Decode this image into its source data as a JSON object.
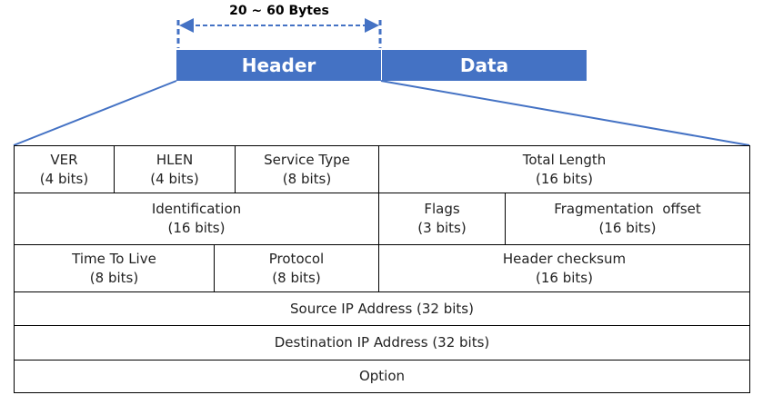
{
  "packet": {
    "size_label": "20 ~ 60 Bytes",
    "header_label": "Header",
    "data_label": "Data"
  },
  "colors": {
    "accent": "#4472c4"
  },
  "fields": [
    {
      "name": "VER",
      "size": "(4 bits)"
    },
    {
      "name": "HLEN",
      "size": "(4 bits)"
    },
    {
      "name": "Service Type",
      "size": "(8 bits)"
    },
    {
      "name": "Total Length",
      "size": "(16 bits)"
    },
    {
      "name": "Identification",
      "size": "(16 bits)"
    },
    {
      "name": "Flags",
      "size": "(3 bits)"
    },
    {
      "name": "Fragmentation  offset",
      "size": "(16 bits)"
    },
    {
      "name": "Time To Live",
      "size": "(8 bits)"
    },
    {
      "name": "Protocol",
      "size": "(8 bits)"
    },
    {
      "name": "Header checksum",
      "size": "(16 bits)"
    },
    {
      "name": "Source IP Address (32 bits)"
    },
    {
      "name": "Destination IP Address (32 bits)"
    },
    {
      "name": "Option"
    }
  ]
}
